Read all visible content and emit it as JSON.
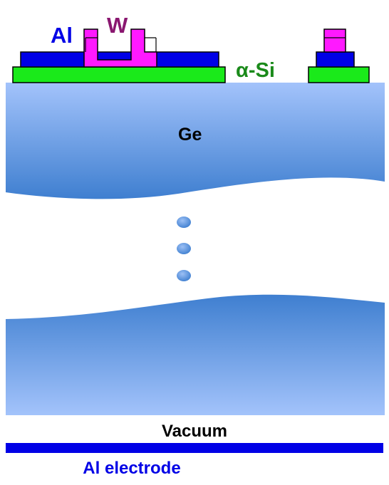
{
  "labels": {
    "aluminum": "Al",
    "tungsten": "W",
    "amorphous_silicon": "α-Si",
    "germanium": "Ge",
    "vacuum": "Vacuum",
    "electrode": "Al electrode"
  },
  "colors": {
    "al_layer": "#0000e6",
    "w_layer": "#ff19ff",
    "si_layer": "#1aea1a",
    "ge_light": "#a3c3fb",
    "ge_dark": "#3f7fd0",
    "al_label": "#0000e6",
    "w_label": "#8a1770",
    "si_label": "#1a8a1a",
    "text": "#000000"
  },
  "icons": [
    "ellipsis-dot-icon",
    "ellipsis-dot-icon",
    "ellipsis-dot-icon"
  ]
}
